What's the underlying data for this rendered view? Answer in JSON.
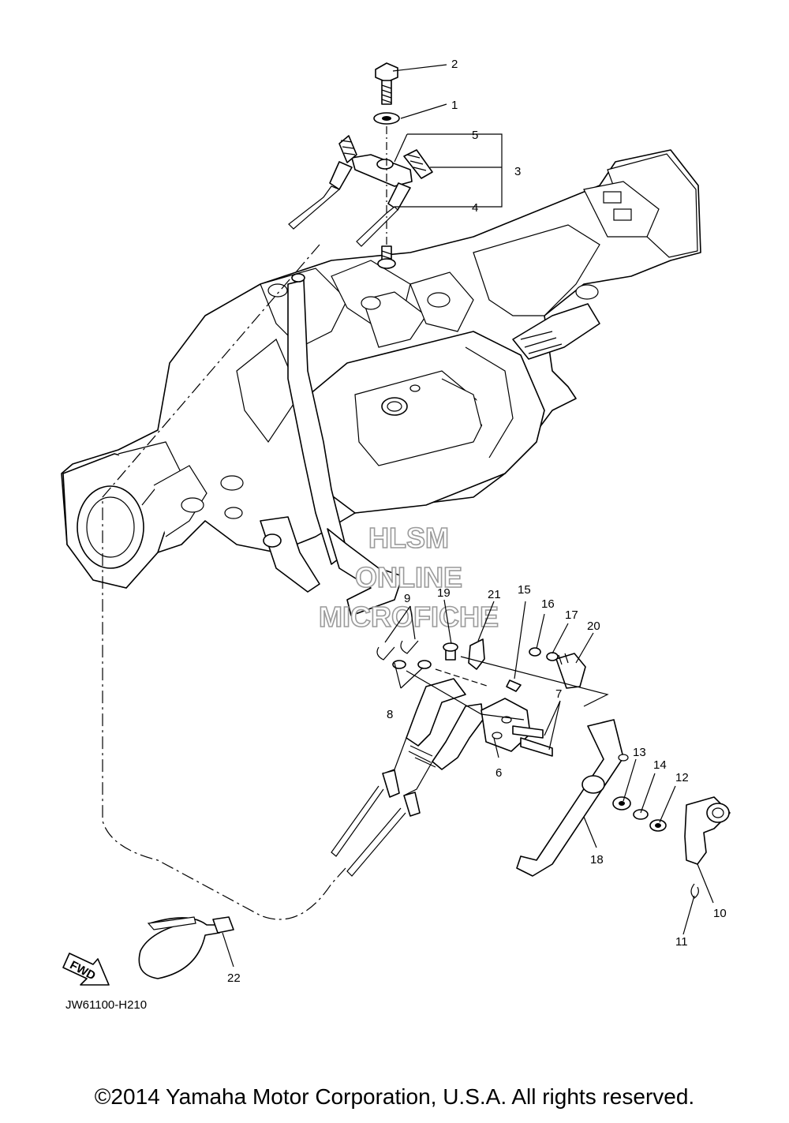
{
  "diagram": {
    "drawing_code": "JW61100-H210",
    "fwd_label": "FWD",
    "watermark": {
      "line1": "HLSM",
      "line2": "ONLINE",
      "line3": "MICROFICHE"
    },
    "callouts": [
      "1",
      "2",
      "3",
      "4",
      "5",
      "6",
      "7",
      "8",
      "9",
      "10",
      "11",
      "12",
      "13",
      "14",
      "15",
      "16",
      "17",
      "18",
      "19",
      "20",
      "21",
      "22"
    ]
  },
  "footer": {
    "copyright": "©2014 Yamaha Motor Corporation, U.S.A. All rights reserved."
  }
}
